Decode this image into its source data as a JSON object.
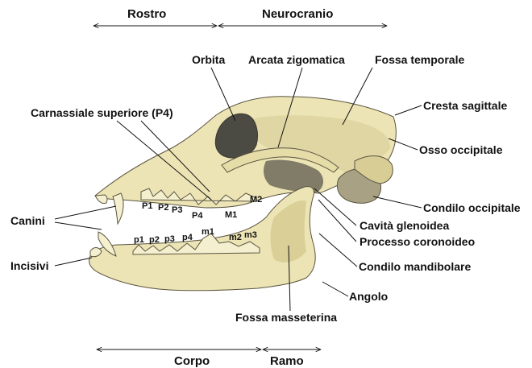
{
  "regions": {
    "rostro": "Rostro",
    "neurocranio": "Neurocranio",
    "corpo": "Corpo",
    "ramo": "Ramo"
  },
  "labels": {
    "orbita": "Orbita",
    "arcata_zigomatica": "Arcata zigomatica",
    "fossa_temporale": "Fossa temporale",
    "carnassiale_superiore": "Carnassiale superiore (P4)",
    "cresta_sagittale": "Cresta sagittale",
    "osso_occipitale": "Osso occipitale",
    "condilo_occipitale": "Condilo occipitale",
    "canini": "Canini",
    "incisivi": "Incisivi",
    "cavita_glenoidea": "Cavità glenoidea",
    "processo_coronoideo": "Processo coronoideo",
    "condilo_mandibolare": "Condilo mandibolare",
    "angolo": "Angolo",
    "fossa_masseterina": "Fossa masseterina"
  },
  "teeth": {
    "upper": [
      "P1",
      "P2",
      "P3",
      "P4",
      "M1",
      "M2"
    ],
    "lower": [
      "p1",
      "p2",
      "p3",
      "p4",
      "m1",
      "m2",
      "m3"
    ]
  },
  "colors": {
    "bone": "#ece4b4",
    "bone_shade": "#c9bd86",
    "cavity": "#4b4a43",
    "tooth": "#f4efcf",
    "line": "#111111"
  }
}
